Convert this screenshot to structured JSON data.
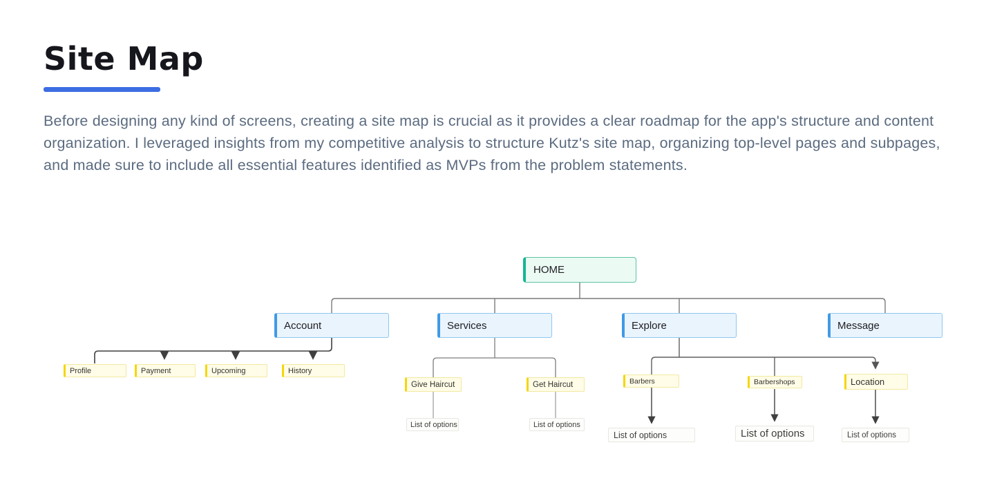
{
  "page": {
    "title": "Site Map",
    "description": "Before designing any kind of screens, creating a site map is crucial as it provides a clear roadmap for the app's structure and content organization.  I leveraged insights from my competitive analysis to structure Kutz's site map, organizing top-level pages and subpages, and made sure to include all essential features identified as MVPs from the problem statements.",
    "underline_color": "#3c6de2"
  },
  "sitemap": {
    "nodes": {
      "home": "HOME",
      "account": "Account",
      "services": "Services",
      "explore": "Explore",
      "message": "Message",
      "profile": "Profile",
      "payment": "Payment",
      "upcoming": "Upcoming",
      "history": "History",
      "give_haircut": "Give Haircut",
      "get_haircut": "Get Haircut",
      "barbers": "Barbers",
      "barbershops": "Barbershops",
      "location": "Location",
      "list_give": "List of options",
      "list_get": "List of options",
      "list_barbers": "List of options",
      "list_barbershops": "List of options",
      "list_location": "List of options"
    },
    "hierarchy": {
      "HOME": {
        "Account": [
          "Profile",
          "Payment",
          "Upcoming",
          "History"
        ],
        "Services": {
          "Give Haircut": [
            "List of options"
          ],
          "Get Haircut": [
            "List of options"
          ]
        },
        "Explore": {
          "Barbers": [
            "List of options"
          ],
          "Barbershops": [
            "List of options"
          ],
          "Location": [
            "List of options"
          ]
        },
        "Message": {}
      }
    },
    "colors": {
      "root_fill": "#ecfaf4",
      "root_accent": "#12b890",
      "level2_fill": "#eaf4fd",
      "level2_accent": "#3f9ae6",
      "leaf_fill": "#fffce7",
      "leaf_accent": "#f4d60b",
      "connector_gray": "#7a7a7a",
      "connector_dark": "#3f3f3f"
    }
  }
}
